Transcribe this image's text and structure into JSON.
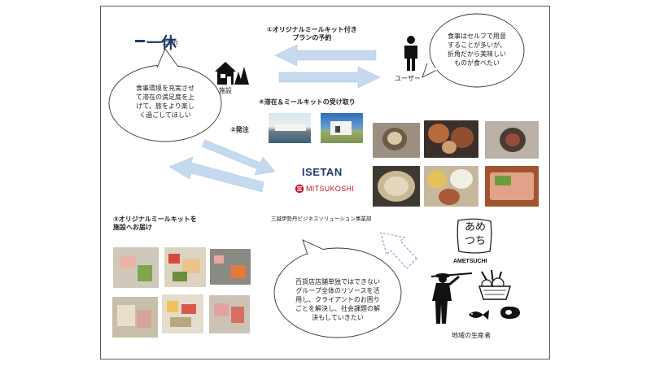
{
  "logos": {
    "ikkyu_brand": "一休",
    "ikkyu_suffix": ".com",
    "isetan": "ISETAN",
    "mitsukoshi": "MITSUKOSHI",
    "ametsuchi_mark": "あめ\nつち",
    "ametsuchi_name": "AMETSUCHI"
  },
  "labels": {
    "facility": "施設",
    "user": "ユーザー",
    "company": "三越伊勢丹ビジネスソリューション事業部",
    "producers": "地域の生産者"
  },
  "steps": {
    "step1": "①オリジナルミールキット付き\nプランの予約",
    "step2": "②発注",
    "step3": "③オリジナルミールキットを\n施設へお届け",
    "step4": "④滞在＆ミールキットの受け取り"
  },
  "bubbles": {
    "user_wish": "食事はセルフで用意\nすることが多いが、\n折角だから美味しい\nものが食べたい",
    "facility_wish": "食事環境を充実させ\nて滞在の満足度を上\nげて、旅をより楽し\nく過ごしてほしい",
    "company_goal": "百貨店店舗単独ではできない\nグループ全体のリソースを活\n用し、クライアントのお困り\nごとを解決し、社会課題の解\n決もしていきたい"
  },
  "colors": {
    "arrow_fill": "#c5d9ef",
    "arrow_stroke": "#a9c4e4",
    "dashed_arrow": "#7a98c4",
    "border": "#5a5a5a",
    "ikkyu_navy": "#1f3a68",
    "isetan_navy": "#233a73",
    "mitsukoshi_red": "#c8102e",
    "silhouette": "#111111"
  },
  "icons": [
    "house-icon",
    "person-icon",
    "farmer-icon",
    "vegetable-basket-icon",
    "fish-icon",
    "meat-icon"
  ]
}
